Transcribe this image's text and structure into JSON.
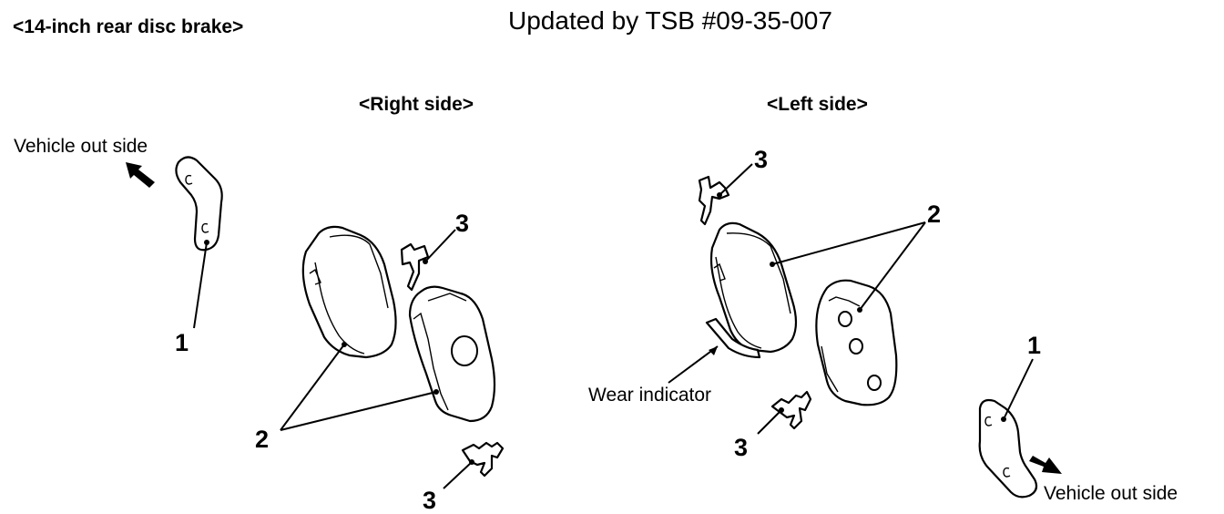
{
  "header": {
    "section_title": "<14-inch rear disc brake>",
    "update_note": "Updated by TSB #09-35-007"
  },
  "right_side": {
    "title": "<Right side>",
    "direction_label": "Vehicle out side",
    "callouts": {
      "shim": "1",
      "pad": "2",
      "clip_top": "3",
      "clip_bottom": "3"
    }
  },
  "left_side": {
    "title": "<Left side>",
    "direction_label": "Vehicle out side",
    "wear_indicator_label": "Wear indicator",
    "callouts": {
      "shim": "1",
      "pad": "2",
      "clip_top": "3",
      "clip_bottom": "3"
    }
  }
}
